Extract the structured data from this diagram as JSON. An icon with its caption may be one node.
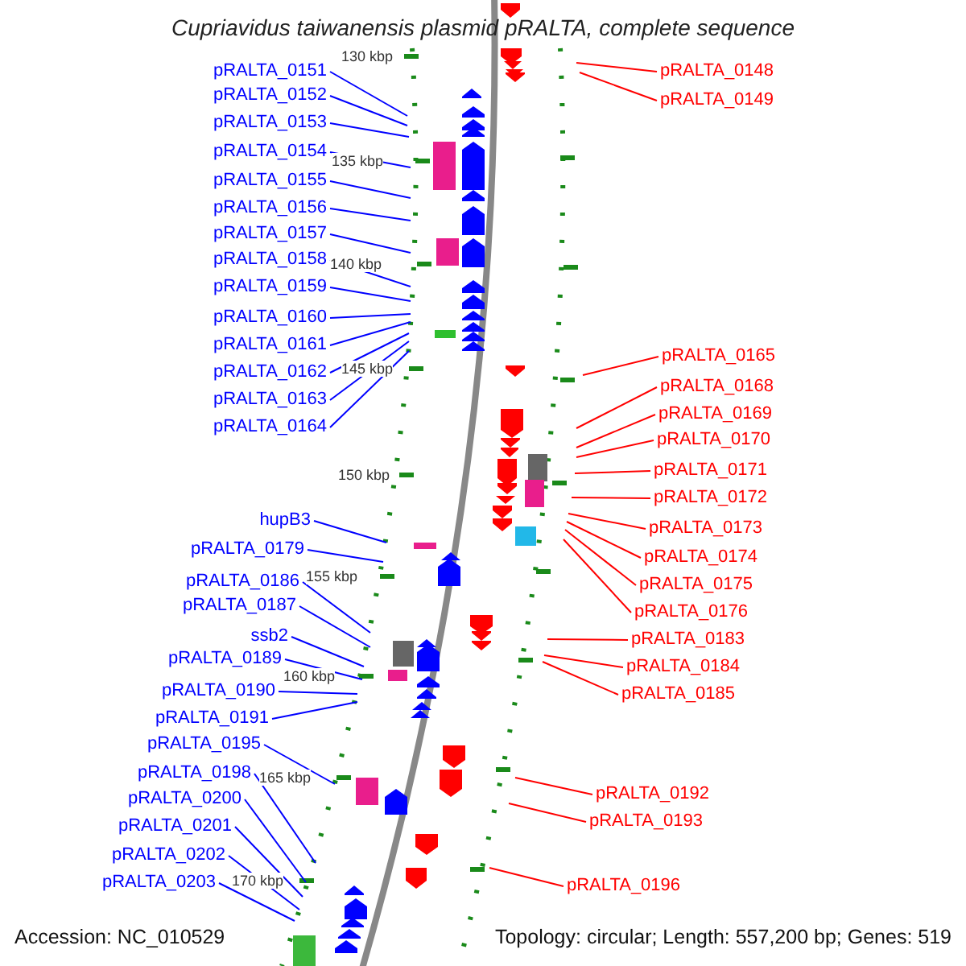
{
  "diagram": {
    "title": "Cupriavidus taiwanensis plasmid pRALTA, complete sequence",
    "nodes": [
      {
        "text": [
          "pRALTA_0151"
        ]
      },
      {
        "text": [
          "pRALTA_0152"
        ]
      },
      {
        "text": [
          "pRALTA_0153"
        ]
      },
      {
        "text": [
          "pRALTA_0154"
        ]
      },
      {
        "text": [
          "pRALTA_0155"
        ]
      },
      {
        "text": [
          "pRALTA_0156"
        ]
      },
      {
        "text": [
          "pRALTA_0157"
        ]
      },
      {
        "text": [
          "pRALTA_0158"
        ]
      },
      {
        "text": [
          "pRALTA_0159"
        ]
      },
      {
        "text": [
          "pRALTA_0160"
        ]
      },
      {
        "text": [
          "pRALTA_0161"
        ]
      },
      {
        "text": [
          "pRALTA_0162"
        ]
      },
      {
        "text": [
          "pRALTA_0163"
        ]
      },
      {
        "text": [
          "pRALTA_0164"
        ]
      },
      {
        "text": [
          "hupB3"
        ]
      },
      {
        "text": [
          "pRALTA_0179"
        ]
      },
      {
        "text": [
          "pRALTA_0186"
        ]
      },
      {
        "text": [
          "pRALTA_0187"
        ]
      },
      {
        "text": [
          "ssb2"
        ]
      },
      {
        "text": [
          "pRALTA_0189"
        ]
      },
      {
        "text": [
          "pRALTA_0190"
        ]
      },
      {
        "text": [
          "pRALTA_0191"
        ]
      },
      {
        "text": [
          "pRALTA_0195"
        ]
      },
      {
        "text": [
          "pRALTA_0198"
        ]
      },
      {
        "text": [
          "pRALTA_0200"
        ]
      },
      {
        "text": [
          "pRALTA_0201"
        ]
      },
      {
        "text": [
          "pRALTA_0202"
        ]
      },
      {
        "text": [
          "pRALTA_0203"
        ]
      },
      {
        "text": [
          "pRALTA_0148"
        ]
      },
      {
        "text": [
          "pRALTA_0149"
        ]
      },
      {
        "text": [
          "pRALTA_0165"
        ]
      },
      {
        "text": [
          "pRALTA_0168"
        ]
      },
      {
        "text": [
          "pRALTA_0169"
        ]
      },
      {
        "text": [
          "pRALTA_0170"
        ]
      },
      {
        "text": [
          "pRALTA_0171"
        ]
      },
      {
        "text": [
          "pRALTA_0172"
        ]
      },
      {
        "text": [
          "pRALTA_0173"
        ]
      },
      {
        "text": [
          "pRALTA_0174"
        ]
      },
      {
        "text": [
          "pRALTA_0175"
        ]
      },
      {
        "text": [
          "pRALTA_0176"
        ]
      },
      {
        "text": [
          "pRALTA_0183"
        ]
      },
      {
        "text": [
          "pRALTA_0184"
        ]
      },
      {
        "text": [
          "pRALTA_0185"
        ]
      },
      {
        "text": [
          "pRALTA_0192"
        ]
      },
      {
        "text": [
          "pRALTA_0193"
        ]
      },
      {
        "text": [
          "pRALTA_0196"
        ]
      }
    ],
    "edges": [
      {
        "from": 0,
        "to": null,
        "arrow": "none",
        "color": "#0000ff"
      },
      {
        "from": 1,
        "to": null,
        "arrow": "none",
        "color": "#0000ff"
      },
      {
        "from": 2,
        "to": null,
        "arrow": "none",
        "color": "#0000ff"
      },
      {
        "from": 3,
        "to": null,
        "arrow": "none",
        "color": "#0000ff"
      },
      {
        "from": 4,
        "to": null,
        "arrow": "none",
        "color": "#0000ff"
      },
      {
        "from": 5,
        "to": null,
        "arrow": "none",
        "color": "#0000ff"
      },
      {
        "from": 6,
        "to": null,
        "arrow": "none",
        "color": "#0000ff"
      },
      {
        "from": 7,
        "to": null,
        "arrow": "none",
        "color": "#0000ff"
      },
      {
        "from": 8,
        "to": null,
        "arrow": "none",
        "color": "#0000ff"
      },
      {
        "from": 9,
        "to": null,
        "arrow": "none",
        "color": "#0000ff"
      },
      {
        "from": 10,
        "to": null,
        "arrow": "none",
        "color": "#0000ff"
      },
      {
        "from": 11,
        "to": null,
        "arrow": "none",
        "color": "#0000ff"
      },
      {
        "from": 12,
        "to": null,
        "arrow": "none",
        "color": "#0000ff"
      },
      {
        "from": 13,
        "to": null,
        "arrow": "none",
        "color": "#0000ff"
      },
      {
        "from": 14,
        "to": null,
        "arrow": "none",
        "color": "#0000ff"
      },
      {
        "from": 15,
        "to": null,
        "arrow": "none",
        "color": "#0000ff"
      },
      {
        "from": 16,
        "to": null,
        "arrow": "none",
        "color": "#0000ff"
      },
      {
        "from": 17,
        "to": null,
        "arrow": "none",
        "color": "#0000ff"
      },
      {
        "from": 18,
        "to": null,
        "arrow": "none",
        "color": "#0000ff"
      },
      {
        "from": 19,
        "to": null,
        "arrow": "none",
        "color": "#0000ff"
      },
      {
        "from": 20,
        "to": null,
        "arrow": "none",
        "color": "#0000ff"
      },
      {
        "from": 21,
        "to": null,
        "arrow": "none",
        "color": "#0000ff"
      },
      {
        "from": 22,
        "to": null,
        "arrow": "none",
        "color": "#0000ff"
      },
      {
        "from": 23,
        "to": null,
        "arrow": "none",
        "color": "#0000ff"
      },
      {
        "from": 24,
        "to": null,
        "arrow": "none",
        "color": "#0000ff"
      },
      {
        "from": 25,
        "to": null,
        "arrow": "none",
        "color": "#0000ff"
      },
      {
        "from": 26,
        "to": null,
        "arrow": "none",
        "color": "#0000ff"
      },
      {
        "from": 27,
        "to": null,
        "arrow": "none",
        "color": "#0000ff"
      },
      {
        "from": 28,
        "to": null,
        "arrow": "none",
        "color": "#ff0000"
      },
      {
        "from": 29,
        "to": null,
        "arrow": "none",
        "color": "#ff0000"
      },
      {
        "from": 30,
        "to": null,
        "arrow": "none",
        "color": "#ff0000"
      },
      {
        "from": 31,
        "to": null,
        "arrow": "none",
        "color": "#ff0000"
      },
      {
        "from": 32,
        "to": null,
        "arrow": "none",
        "color": "#ff0000"
      },
      {
        "from": 33,
        "to": null,
        "arrow": "none",
        "color": "#ff0000"
      },
      {
        "from": 34,
        "to": null,
        "arrow": "none",
        "color": "#ff0000"
      },
      {
        "from": 35,
        "to": null,
        "arrow": "none",
        "color": "#ff0000"
      },
      {
        "from": 36,
        "to": null,
        "arrow": "none",
        "color": "#ff0000"
      },
      {
        "from": 37,
        "to": null,
        "arrow": "none",
        "color": "#ff0000"
      },
      {
        "from": 38,
        "to": null,
        "arrow": "none",
        "color": "#ff0000"
      },
      {
        "from": 39,
        "to": null,
        "arrow": "none",
        "color": "#ff0000"
      },
      {
        "from": 40,
        "to": null,
        "arrow": "none",
        "color": "#ff0000"
      },
      {
        "from": 41,
        "to": null,
        "arrow": "none",
        "color": "#ff0000"
      },
      {
        "from": 42,
        "to": null,
        "arrow": "none",
        "color": "#ff0000"
      },
      {
        "from": 43,
        "to": null,
        "arrow": "none",
        "color": "#ff0000"
      },
      {
        "from": 44,
        "to": null,
        "arrow": "none",
        "color": "#ff0000"
      },
      {
        "from": 45,
        "to": null,
        "arrow": "none",
        "color": "#ff0000"
      }
    ],
    "labels": [
      "130 kbp",
      "135 kbp",
      "140 kbp",
      "145 kbp",
      "150 kbp",
      "155 kbp",
      "160 kbp",
      "165 kbp",
      "170 kbp",
      "Accession: NC_010529",
      "Topology: circular; Length: 557,200 bp; Genes: 519"
    ]
  }
}
